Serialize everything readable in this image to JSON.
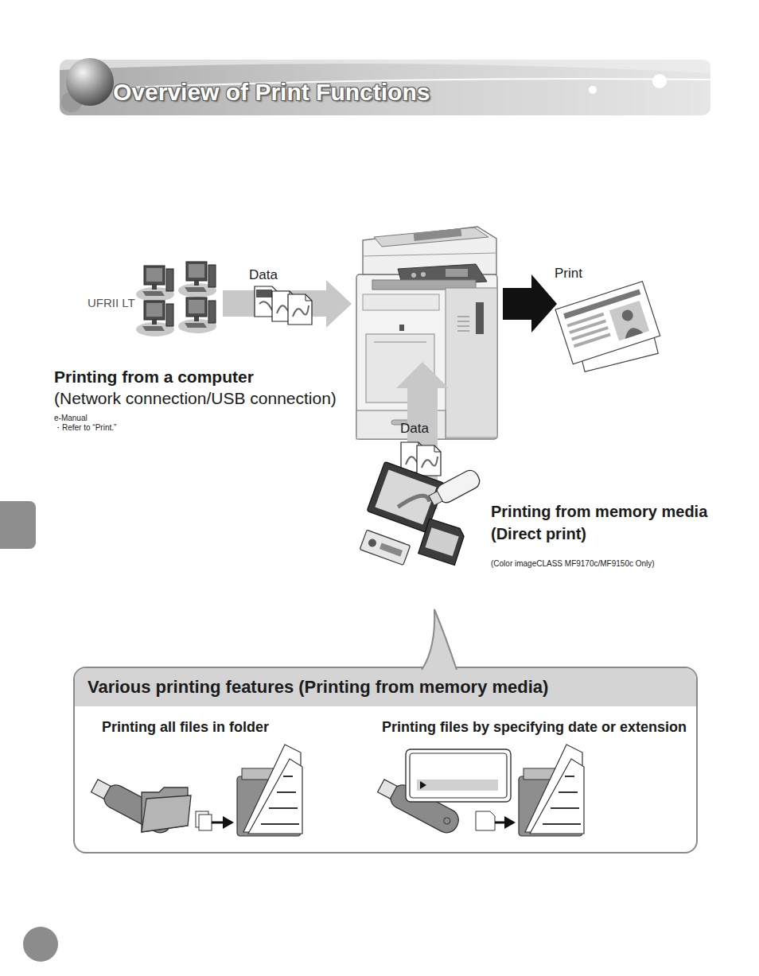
{
  "diagram": {
    "title": "Overview of Print Functions",
    "nodes": [
      {
        "text": [
          "Various printing features (Printing from memory media)"
        ]
      }
    ],
    "labels": [
      "UFRII LT",
      "Data",
      "Print",
      "Printing from a computer",
      "(Network connection/USB connection)",
      "e-Manual",
      "・Refer to “Print.”",
      "Data",
      "Printing from memory media",
      "(Direct print)",
      "(Color imageCLASS MF9170c/MF9150c Only)",
      "Printing all files in folder",
      "Printing files by specifying date or extension"
    ]
  }
}
